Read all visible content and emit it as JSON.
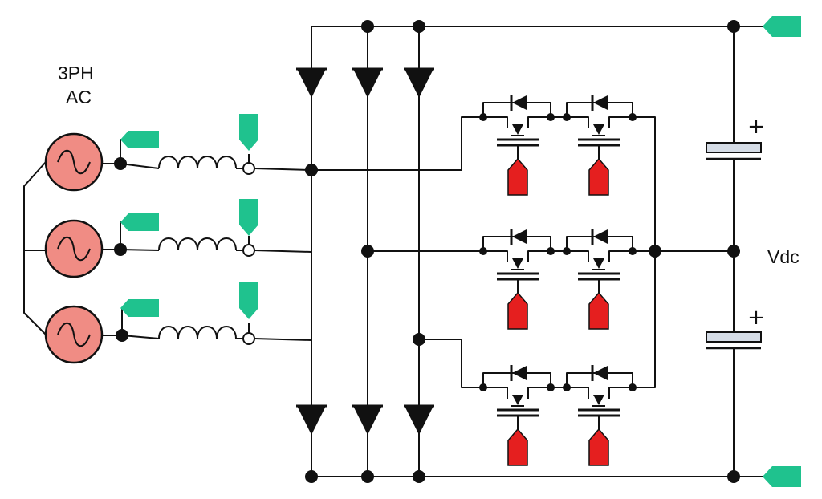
{
  "source_label": {
    "line1": "3PH",
    "line2": "AC"
  },
  "dc_label": "Vdc",
  "capacitor_polarity": [
    "+",
    "+"
  ],
  "colors": {
    "wire": "#111111",
    "source_fill": "#f08c84",
    "sense_marker": "#1fc28e",
    "gate_drive": "#e51f1f",
    "capacitor_plate": "#d5dce6"
  }
}
